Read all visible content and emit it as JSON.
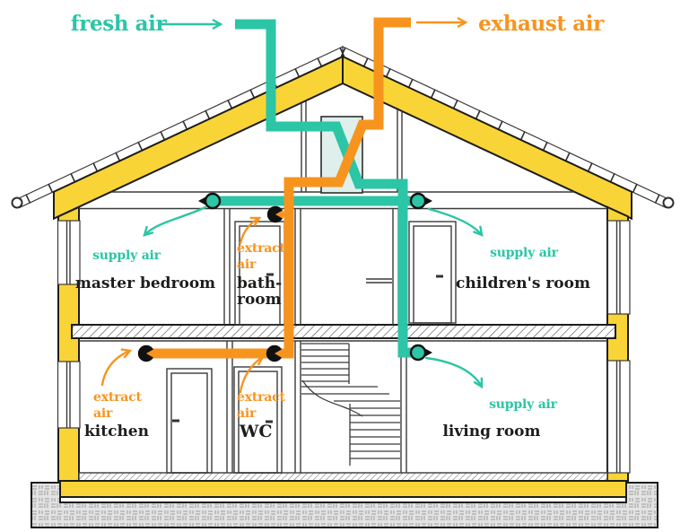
{
  "diagram": {
    "title": "house cross-section ventilation diagram with heat-recovery unit",
    "legend": {
      "fresh_air": "fresh air",
      "exhaust_air": "exhaust air"
    },
    "flows": {
      "supply_air": "supply air",
      "extract_air_line1": "extract",
      "extract_air_line2": "air"
    },
    "rooms": {
      "master_bedroom": "master bedroom",
      "bathroom_line1": "bath-",
      "bathroom_line2": "room",
      "childrens_room": "children's room",
      "kitchen": "kitchen",
      "wc": "WC",
      "living_room": "living room"
    },
    "colors": {
      "teal": "#2cc5a6",
      "orange": "#f7941e",
      "wallYellow": "#f9d437",
      "exchanger": "#dff0ec",
      "ink": "#1d1d1b"
    }
  }
}
